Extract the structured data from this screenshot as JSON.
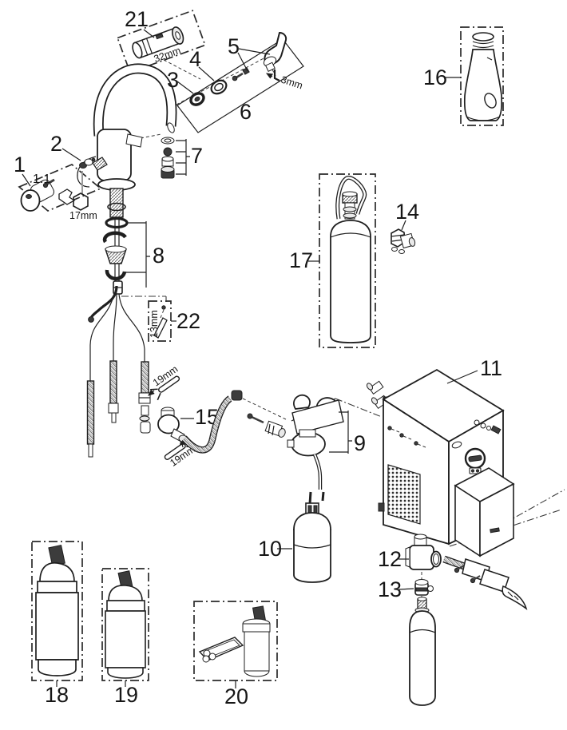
{
  "diagram": {
    "background": "#ffffff",
    "line_color": "#1f1f1f",
    "accent_dark": "#3c3c3c"
  },
  "part_labels": {
    "p1": "1",
    "p1_1": "1.1",
    "p2": "2",
    "p3": "3",
    "p4": "4",
    "p5": "5",
    "p6": "6",
    "p7": "7",
    "p8": "8",
    "p9": "9",
    "p10": "10",
    "p11": "11",
    "p12": "12",
    "p13": "13",
    "p14": "14",
    "p15": "15",
    "p16": "16",
    "p17": "17",
    "p18": "18",
    "p19": "19",
    "p20": "20",
    "p21": "21",
    "p22": "22"
  },
  "tool_labels": {
    "aerator_key": "32mm",
    "allen_key": "3mm",
    "hex_socket": "17mm",
    "socket_13": "13mm",
    "wrench_upper": "19mm",
    "wrench_lower": "19mm"
  },
  "icons": {
    "hex_socket": "hexagon-outline-icon",
    "allen_key": "l-shaped-key-icon",
    "open_end_wrench": "open-end-wrench-icon"
  }
}
